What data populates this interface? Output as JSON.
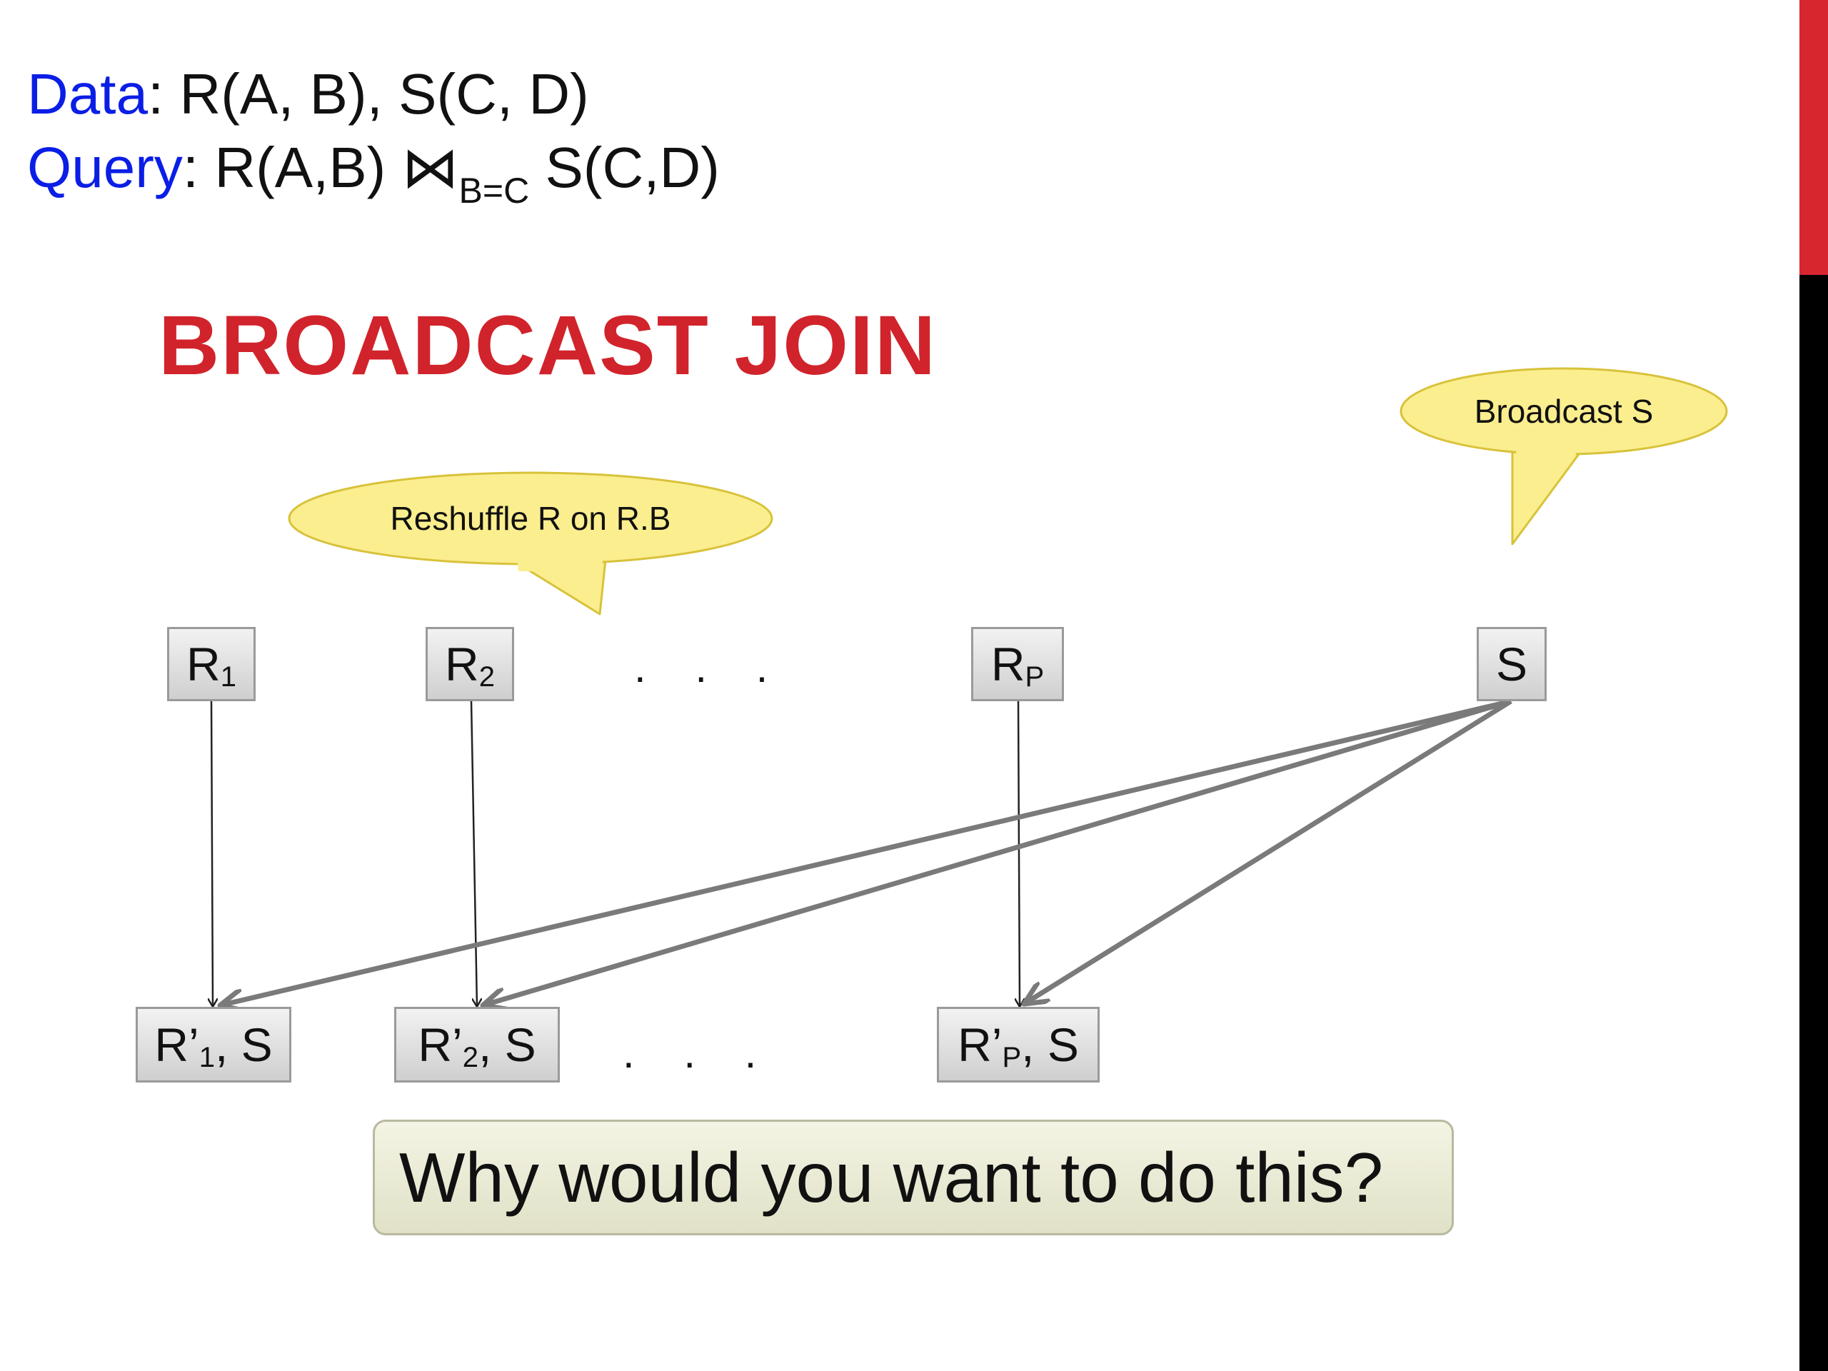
{
  "header": {
    "data_key": "Data",
    "data_value": ": R(A, B), S(C, D)",
    "query_key": "Query",
    "query_value_before": ": R(A,B) ⋈",
    "query_subscript": "B=C",
    "query_value_after": " S(C,D)"
  },
  "title": "BROADCAST JOIN",
  "callouts": {
    "reshuffle": "Reshuffle R on R.B",
    "broadcast": "Broadcast S"
  },
  "top_row": {
    "r1": {
      "base": "R",
      "sub": "1"
    },
    "r2": {
      "base": "R",
      "sub": "2"
    },
    "ellipsis": ". . .",
    "rp": {
      "base": "R",
      "sub": "P"
    },
    "s": "S"
  },
  "bottom_row": {
    "r1": {
      "base": "R’",
      "sub": "1",
      "tail": ", S"
    },
    "r2": {
      "base": "R’",
      "sub": "2",
      "tail": ", S"
    },
    "ellipsis": ". . .",
    "rp": {
      "base": "R’",
      "sub": "P",
      "tail": ", S"
    }
  },
  "question": "Why would you want to do this?",
  "colors": {
    "key_blue": "#0a1ee6",
    "title_red": "#d1232b",
    "callout_fill": "#fbee8f",
    "callout_stroke": "#d8c23a",
    "arrow_gray": "#7a7a7a"
  }
}
